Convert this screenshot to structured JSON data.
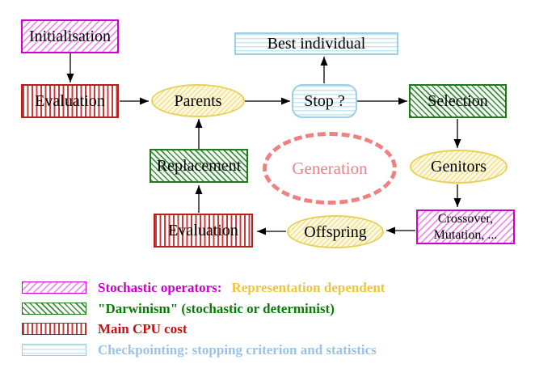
{
  "nodes": {
    "initialisation": "Initialisation",
    "evaluation_top": "Evaluation",
    "parents": "Parents",
    "best_individual": "Best individual",
    "stop": "Stop ?",
    "selection": "Selection",
    "replacement": "Replacement",
    "generation": "Generation",
    "genitors": "Genitors",
    "offspring": "Offspring",
    "evaluation_bottom": "Evaluation",
    "crossover_line1": "Crossover,",
    "crossover_line2": "Mutation, ..."
  },
  "edges": [
    {
      "from": "initialisation",
      "to": "evaluation_top"
    },
    {
      "from": "evaluation_top",
      "to": "parents"
    },
    {
      "from": "parents",
      "to": "stop"
    },
    {
      "from": "stop",
      "to": "best_individual"
    },
    {
      "from": "stop",
      "to": "selection"
    },
    {
      "from": "selection",
      "to": "genitors"
    },
    {
      "from": "genitors",
      "to": "crossover"
    },
    {
      "from": "crossover",
      "to": "offspring"
    },
    {
      "from": "offspring",
      "to": "evaluation_bottom"
    },
    {
      "from": "evaluation_bottom",
      "to": "replacement"
    },
    {
      "from": "replacement",
      "to": "parents"
    }
  ],
  "legend": {
    "items": [
      {
        "swatch": "magenta-diagonal-hatch",
        "text_primary": "Stochastic operators:",
        "text_secondary": "Representation dependent"
      },
      {
        "swatch": "green-diagonal-hatch",
        "text_primary": "\"Darwinism\" (stochastic or determinist)"
      },
      {
        "swatch": "red-vertical-stripes",
        "text_primary": "Main CPU cost"
      },
      {
        "swatch": "cyan-horizontal-stripes",
        "text_primary": "Checkpointing: stopping criterion and statistics"
      }
    ]
  },
  "palette": {
    "stochastic_magenta": "#cc00cc",
    "representation_gold": "#eec53e",
    "darwinism_green": "#077d07",
    "cpu_red": "#c41212",
    "checkpoint_blue": "#9ac3e6",
    "node_yellow_border": "#e7d257",
    "generation_salmon": "#ee8181",
    "arrow_black": "#000000"
  }
}
